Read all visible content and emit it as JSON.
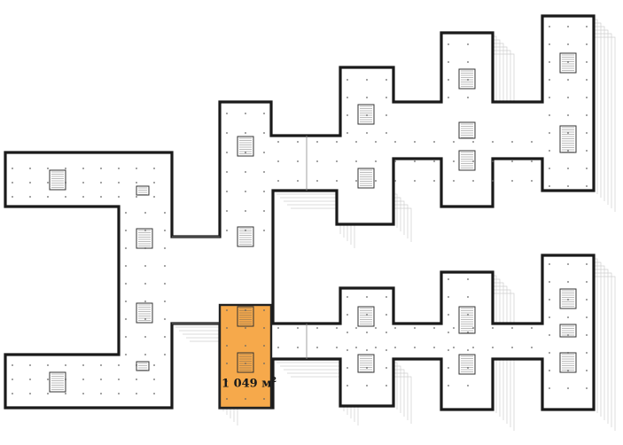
{
  "floor_plan": {
    "highlighted_unit": {
      "area_value": "1 049",
      "area_unit": "м",
      "area_unit_power": "2",
      "fill_color": "#F6A94B",
      "outline_color": "#222222"
    },
    "colors": {
      "background": "#FFFFFF",
      "wall": "#1A1A1A",
      "grid_dot": "#666666",
      "shadow_line": "#C8C8C8",
      "corridor_line": "#888888"
    }
  }
}
